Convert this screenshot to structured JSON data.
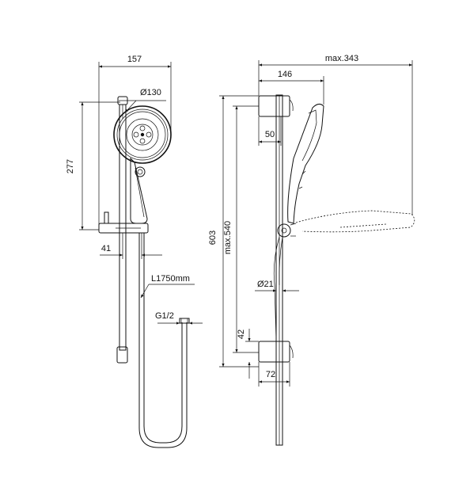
{
  "front_view": {
    "width": "157",
    "head_diameter": "Ø130",
    "height_to_holder": "277",
    "rail_offset": "41",
    "hose_length": "L1750mm",
    "hose_thread": "G1/2"
  },
  "side_view": {
    "max_projection": "max.343",
    "bracket_depth": "146",
    "bracket_width": "50",
    "overall_height": "603",
    "max_slide": "max.540",
    "rail_diameter": "Ø21",
    "bottom_bracket_height": "42",
    "bottom_bracket_depth": "72"
  }
}
